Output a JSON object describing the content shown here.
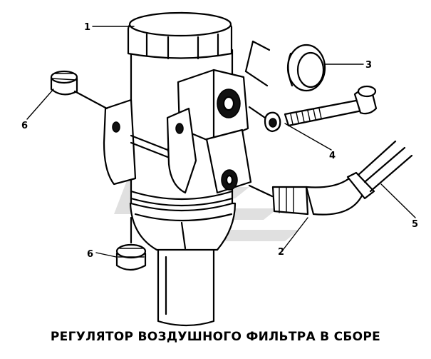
{
  "caption": "РЕГУЛЯТОР ВОЗДУШНОГО ФИЛЬТРА В СБОРЕ",
  "callouts": {
    "c1": "1",
    "c2": "2",
    "c3": "3",
    "c4": "4",
    "c5": "5",
    "c6a": "6",
    "c6b": "6"
  }
}
